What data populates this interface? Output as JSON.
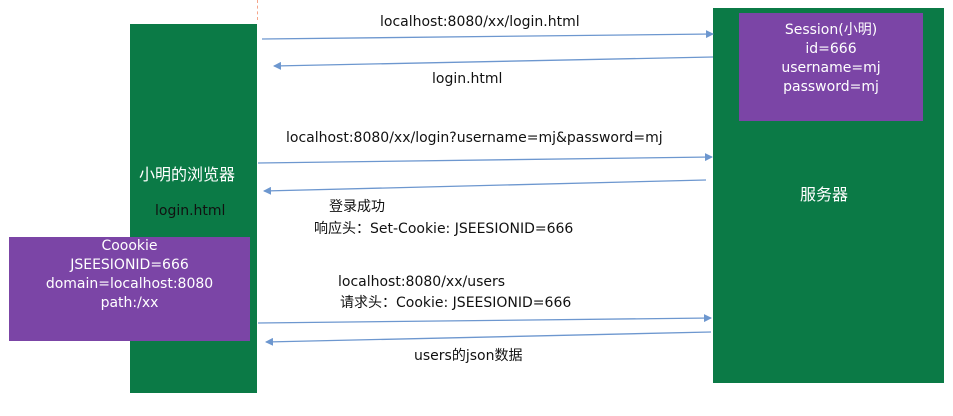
{
  "browser": {
    "title": "小明的浏览器",
    "page": "login.html"
  },
  "server": {
    "title": "服务器"
  },
  "session": {
    "title": "Session(小明)",
    "id": "id=666",
    "username": "username=mj",
    "password": "password=mj"
  },
  "cookie": {
    "title": "Coookie",
    "id": "JSEESIONID=666",
    "domain": "domain=localhost:8080",
    "path": "path:/xx"
  },
  "messages": {
    "req1": "localhost:8080/xx/login.html",
    "res1": "login.html",
    "req2": "localhost:8080/xx/login?username=mj&password=mj",
    "res2_line1": "登录成功",
    "res2_line2": "响应头：Set-Cookie: JSEESIONID=666",
    "req3_line1": "localhost:8080/xx/users",
    "req3_line2": "请求头：Cookie: JSEESIONID=666",
    "res3": "users的json数据"
  },
  "colors": {
    "box_green": "#0b7a46",
    "box_purple": "#7b45a6",
    "arrow_blue": "#6d97cf"
  }
}
